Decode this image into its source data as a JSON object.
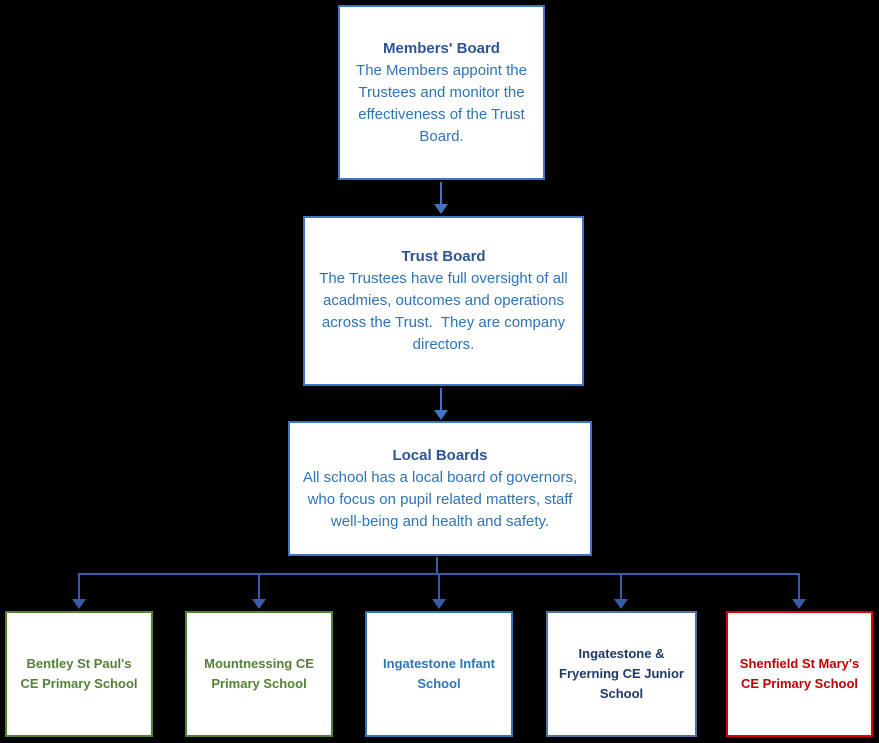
{
  "diagram": {
    "background_color": "#000000",
    "box_fill_color": "#FFFFFF",
    "level_border_color": "#4472C4",
    "connector_color": "#4472C4",
    "tree_connector_color": "#3A5CA8",
    "title_text_color": "#2F5496",
    "body_text_color": "#2E74B5",
    "levels": [
      {
        "title": "Members' Board",
        "body": "The Members appoint the Trustees and monitor the effectiveness of the Trust Board."
      },
      {
        "title": "Trust Board",
        "body": "The Trustees have full oversight of all acadmies, outcomes and operations across the Trust.  They are company directors."
      },
      {
        "title": "Local Boards",
        "body": "All school has a local board of governors, who focus on pupil related matters, staff well-being and health and safety."
      }
    ],
    "schools": [
      {
        "name": "Bentley St Paul's CE Primary School",
        "text_color": "#538135",
        "border_color": "#538135"
      },
      {
        "name": "Mountnessing CE Primary School",
        "text_color": "#538135",
        "border_color": "#538135"
      },
      {
        "name": "Ingatestone Infant School",
        "text_color": "#2E75B6",
        "border_color": "#2E75B6"
      },
      {
        "name": "Ingatestone & Fryerning CE Junior School",
        "text_color": "#1F3864",
        "border_color": "#54709E"
      },
      {
        "name": "Shenfield St Mary's CE Primary School",
        "text_color": "#C00000",
        "border_color": "#DD0000"
      }
    ]
  }
}
